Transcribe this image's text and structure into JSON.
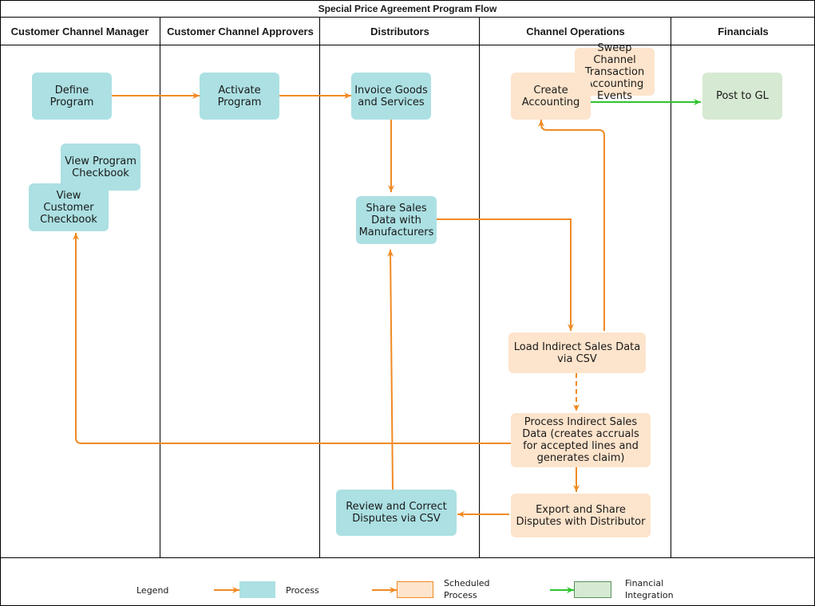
{
  "title": "Special Price Agreement Program Flow",
  "lanes": [
    "Customer Channel Manager",
    "Customer Channel Approvers",
    "Distributors",
    "Channel Operations",
    "Financials"
  ],
  "nodes": {
    "define_program": "Define Program",
    "activate_program": "Activate Program",
    "invoice_goods": "Invoice Goods and Services",
    "create_accounting": "Create Accounting",
    "sweep_events": "Sweep Channel Transaction Accounting Events",
    "post_to_gl": "Post to GL",
    "view_program_checkbook": "View Program Checkbook",
    "view_customer_checkbook": "View Customer Checkbook",
    "share_sales_data": "Share Sales Data with Manufacturers",
    "load_indirect_sales": "Load Indirect Sales Data via CSV",
    "process_indirect_sales": "Process Indirect Sales Data (creates accruals for accepted lines and generates claim)",
    "review_disputes": "Review and Correct Disputes via CSV",
    "export_disputes": "Export and Share Disputes with Distributor"
  },
  "legend": {
    "title": "Legend",
    "process": "Process",
    "scheduled": "Scheduled Process",
    "financial": "Financial Integration"
  },
  "colors": {
    "process": "#ace0e3",
    "scheduled": "#fde4cc",
    "financial": "#d6e9d2",
    "arrow_orange": "#f08a24",
    "arrow_green": "#2fc42f"
  }
}
